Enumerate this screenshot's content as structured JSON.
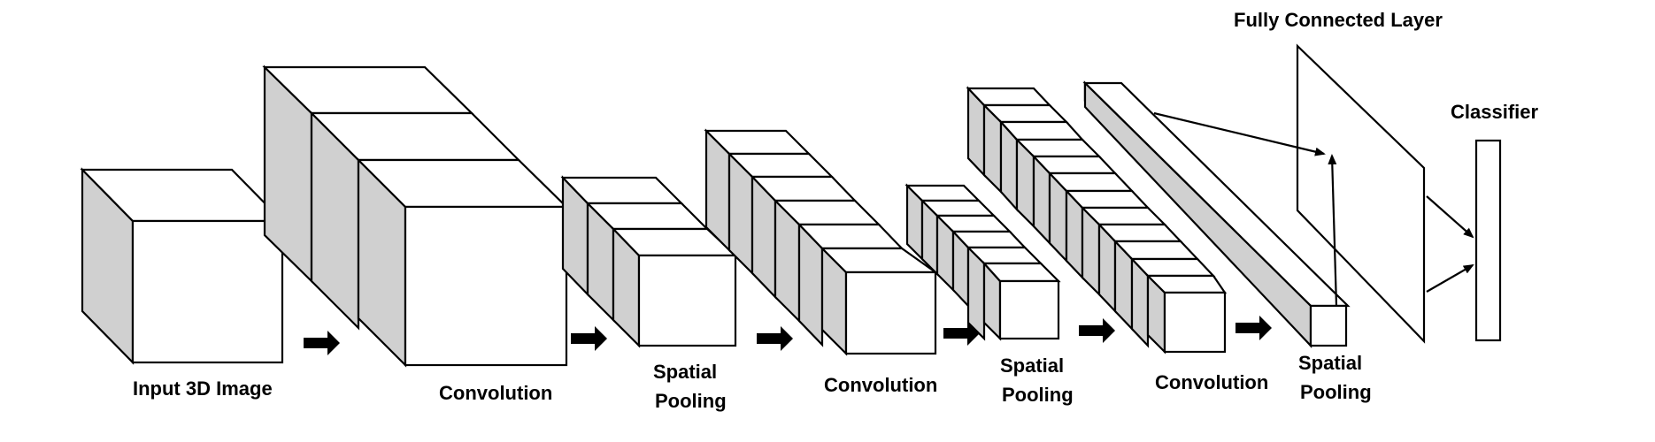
{
  "labels": {
    "input": "Input 3D Image",
    "conv1": "Convolution",
    "pool1_line1": "Spatial",
    "pool1_line2": "Pooling",
    "conv2": "Convolution",
    "pool2_line1": "Spatial",
    "pool2_line2": "Pooling",
    "conv3": "Convolution",
    "pool3_line1": "Spatial",
    "pool3_line2": "Pooling",
    "fc": "Fully Connected Layer",
    "classifier": "Classifier"
  },
  "colors": {
    "side_face": "#d0d0d0",
    "front_face": "#ffffff",
    "stroke": "#000000"
  },
  "icons": [
    "right-arrow-icon"
  ]
}
